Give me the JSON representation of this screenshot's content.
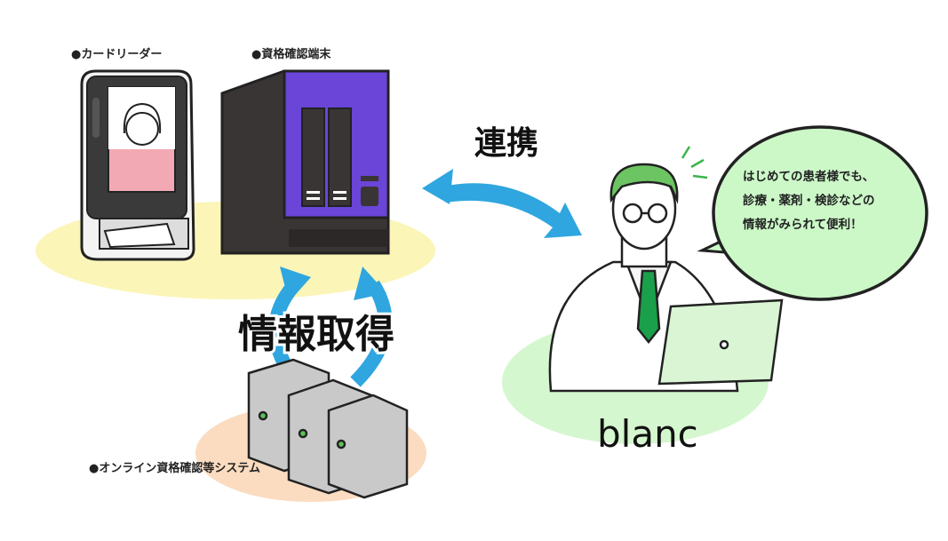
{
  "labels": {
    "card_reader": "●カードリーダー",
    "terminal": "●資格確認端末",
    "online_system": "●オンライン資格確認等システム"
  },
  "arrows": {
    "link": "連携",
    "info_acquire": "情報取得"
  },
  "brand": "blanc",
  "speech_bubble": {
    "line1": "はじめての患者様でも、",
    "line2": "診療・薬剤・検診などの",
    "line3": "情報がみられて便利！"
  },
  "colors": {
    "arrow": "#2fa6df",
    "terminal_panel": "#6a45d8",
    "yellow_base": "#fbf5b8",
    "peach_base": "#fbdcc0",
    "green_base": "#d5f7cf",
    "bubble_fill": "#ccf8c8",
    "tie": "#1aa04a",
    "hair": "#6cc462"
  }
}
